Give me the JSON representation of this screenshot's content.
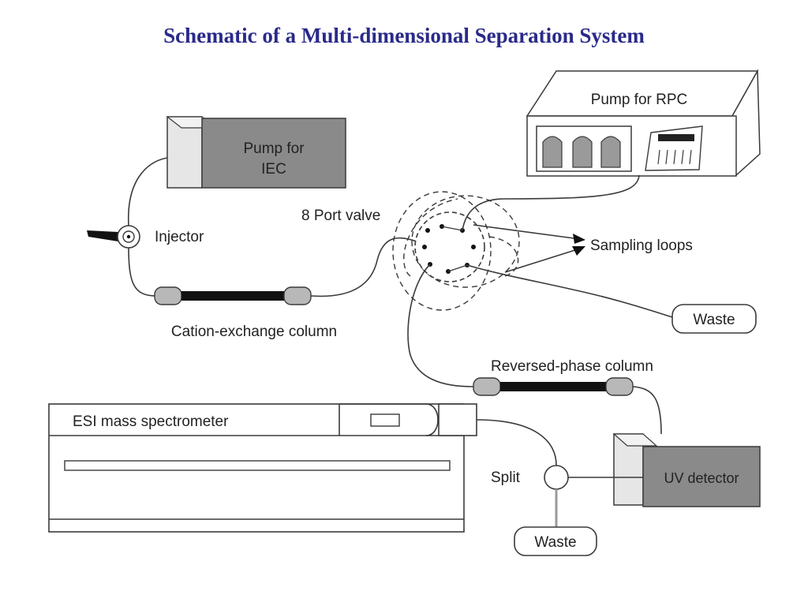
{
  "title": "Schematic of a Multi-dimensional Separation System",
  "labels": {
    "pump_iec_line1": "Pump for",
    "pump_iec_line2": "IEC",
    "pump_rpc": "Pump for RPC",
    "injector": "Injector",
    "port_valve": "8 Port valve",
    "sampling_loops": "Sampling loops",
    "cation_column": "Cation-exchange column",
    "waste_top": "Waste",
    "reversed_column": "Reversed-phase column",
    "esi_ms": "ESI mass spectrometer",
    "split": "Split",
    "uv_detector": "UV detector",
    "waste_bottom": "Waste"
  },
  "colors": {
    "title": "#2a2a8a",
    "box_dark": "#8a8a8a",
    "box_light": "#e6e6e6",
    "column_body": "#111111",
    "column_cap": "#b8b8b8"
  }
}
